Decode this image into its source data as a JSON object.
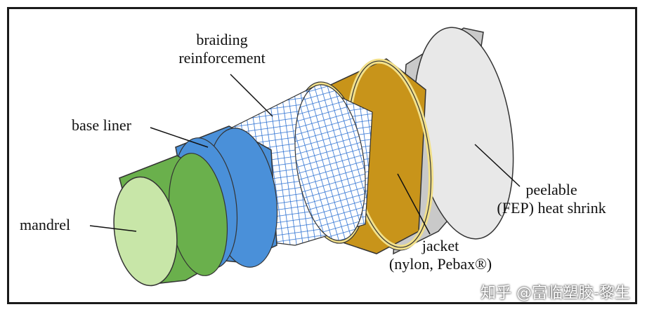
{
  "labels": {
    "braiding_line1": "braiding",
    "braiding_line2": "reinforcement",
    "base_liner": "base liner",
    "mandrel": "mandrel",
    "peelable_line1": "peelable",
    "peelable_line2": "(FEP) heat shrink",
    "jacket_line1": "jacket",
    "jacket_line2": "(nylon, Pebax®)"
  },
  "watermark": "知乎 @富临塑胶-黎生",
  "colors": {
    "mandrel": "#6ab04c",
    "mandrel_face": "#c8e6a8",
    "base_liner": "#4a90d9",
    "braid": "#2a6fd1",
    "jacket": "#c8941a",
    "jacket_lip": "#f2e08a",
    "heat_shrink": "#c9c9c9",
    "heat_shrink_face": "#ededed",
    "border": "#1a1a1a"
  }
}
